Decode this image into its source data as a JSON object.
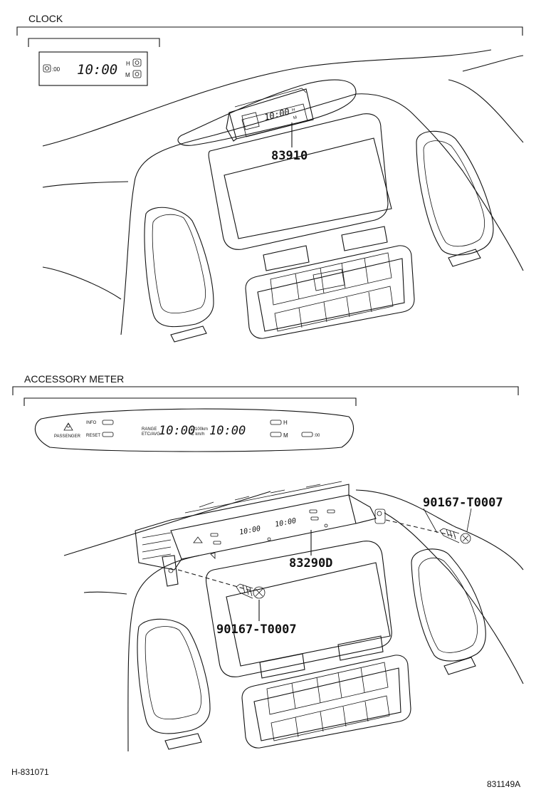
{
  "sections": {
    "clock": {
      "title": "CLOCK",
      "display": {
        "time": "10:00",
        "left_readout": ":00",
        "h_label": "H",
        "m_label": "M",
        "mini_time": "10:00"
      },
      "part_number": "83910"
    },
    "accessory_meter": {
      "title": "ACCESSORY METER",
      "display": {
        "passenger_label": "PASSENGER",
        "info_label": "INFO",
        "reset_label": "RESET",
        "range_label": "RANGE",
        "etc_label": "ETC/AVG",
        "main_value": "10:00",
        "unit_top": "L/100km",
        "unit_bottom": "°C km/h",
        "time": "10:00",
        "h_label": "H",
        "m_label": "M",
        "right_readout": ":00"
      },
      "part_numbers": {
        "meter": "83290D",
        "screw_right": "90167-T0007",
        "screw_left": "90167-T0007"
      }
    }
  },
  "footer": {
    "left_code": "H-831071",
    "right_code": "831149A"
  }
}
